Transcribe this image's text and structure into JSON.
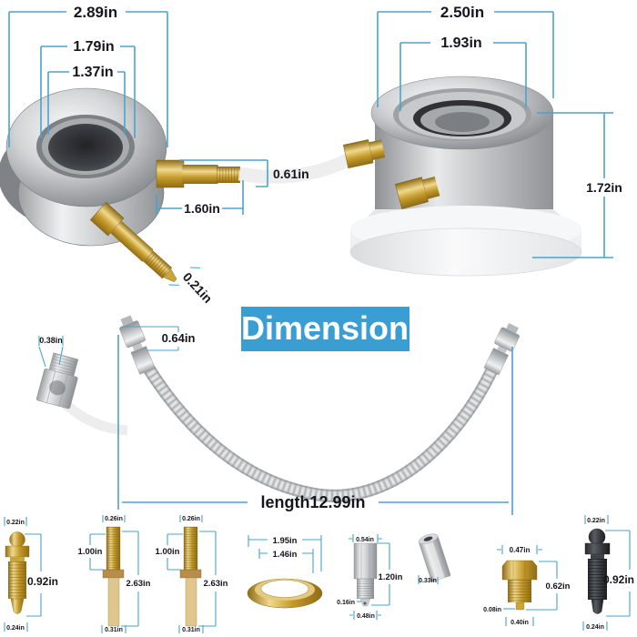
{
  "banner": {
    "label": "Dimension",
    "bg_color": "#3b9ed2",
    "text_color": "#ffffff"
  },
  "colors": {
    "dimension_line": "#4aa3cf",
    "dimension_text": "#15151d"
  },
  "bearing_left": {
    "dim_outer": "2.89in",
    "dim_flange": "1.79in",
    "dim_bore": "1.37in",
    "dim_fitting_od": "0.61in",
    "dim_fitting_len": "1.60in",
    "dim_bleeder_tip": "0.21in"
  },
  "cylinder_right": {
    "dim_outer": "2.50in",
    "dim_inner": "1.93in",
    "dim_height": "1.72in"
  },
  "hose": {
    "dim_nut": "0.38in",
    "dim_end_fitting": "0.64in",
    "dim_length": "length12.99in"
  },
  "fittings": [
    {
      "name": "brass-bleeder-screw",
      "dim_top": "0.22in",
      "dim_height": "0.92in",
      "dim_bottom": "0.24in"
    },
    {
      "name": "threaded-stud-1",
      "dim_top": "0.26in",
      "dim_thread": "1.00in",
      "dim_length": "2.63in",
      "dim_bottom": "0.31in"
    },
    {
      "name": "threaded-stud-2",
      "dim_top": "0.26in",
      "dim_thread": "1.00in",
      "dim_length": "2.63in",
      "dim_bottom": "0.31in"
    },
    {
      "name": "cone-washer",
      "dim_outer": "1.95in",
      "dim_inner": "1.46in"
    },
    {
      "name": "coupler-fitting",
      "dim_top": "0.54in",
      "dim_height": "1.20in",
      "dim_tip": "0.16in",
      "dim_bottom": "0.48in"
    },
    {
      "name": "hex-standoff",
      "dim_width": "0.33in"
    },
    {
      "name": "brass-plug",
      "dim_top": "0.47in",
      "dim_height": "0.62in",
      "dim_tip": "0.08in",
      "dim_bottom": "0.40in"
    },
    {
      "name": "black-bleeder-screw",
      "dim_top": "0.22in",
      "dim_height": "0.92in",
      "dim_bottom": "0.24in"
    }
  ]
}
